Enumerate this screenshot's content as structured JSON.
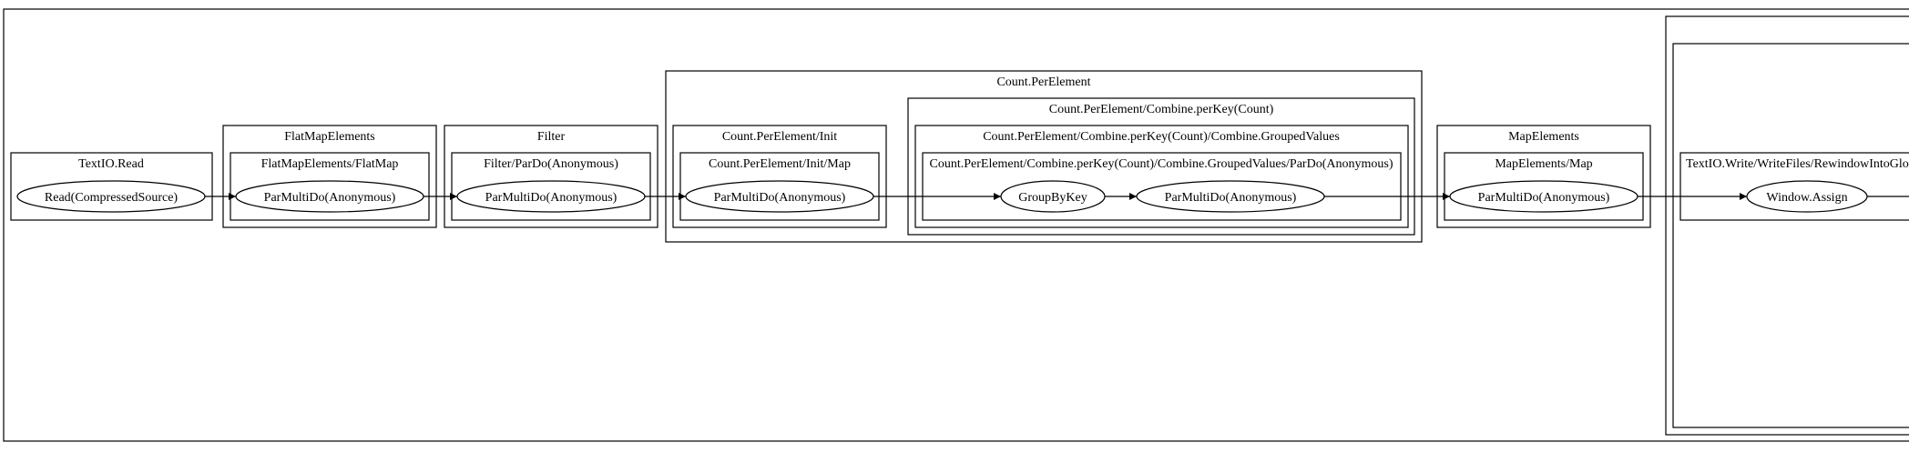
{
  "clusters": {
    "textio_read": "TextIO.Read",
    "flatmap": "FlatMapElements",
    "flatmap_inner": "FlatMapElements/FlatMap",
    "filter": "Filter",
    "filter_inner": "Filter/ParDo(Anonymous)",
    "count": "Count.PerElement",
    "count_init": "Count.PerElement/Init",
    "count_init_map": "Count.PerElement/Init/Map",
    "combine": "Count.PerElement/Combine.perKey(Count)",
    "grouped": "Count.PerElement/Combine.perKey(Count)/Combine.GroupedValues",
    "grouped_pardo": "Count.PerElement/Combine.perKey(Count)/Combine.GroupedValues/ParDo(Anonymous)",
    "mapelements": "MapElements",
    "mapelements_map": "MapElements/Map",
    "rewindow": "TextIO.Write/WriteFiles/RewindowIntoGlo"
  },
  "nodes": {
    "read": "Read(CompressedSource)",
    "flatmap_pardo": "ParMultiDo(Anonymous)",
    "filter_pardo": "ParMultiDo(Anonymous)",
    "init_pardo": "ParMultiDo(Anonymous)",
    "groupbykey": "GroupByKey",
    "grouped_pardo": "ParMultiDo(Anonymous)",
    "map_pardo": "ParMultiDo(Anonymous)",
    "window_assign": "Window.Assign"
  }
}
